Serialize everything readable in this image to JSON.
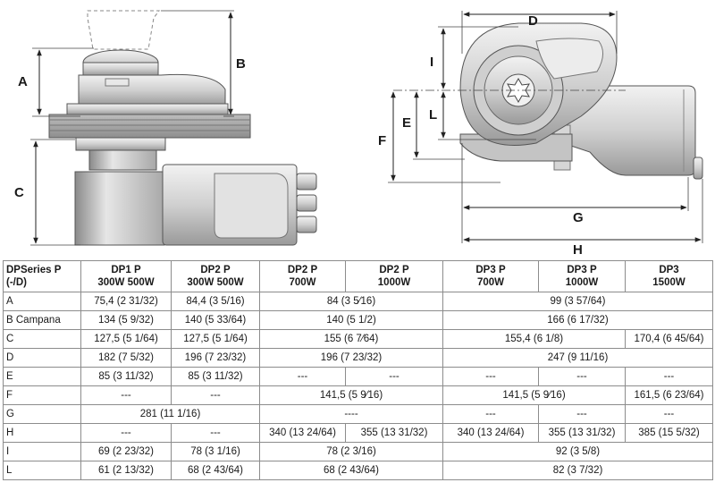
{
  "dimension_letters": {
    "A": "A",
    "B": "B",
    "C": "C",
    "D": "D",
    "E": "E",
    "F": "F",
    "G": "G",
    "H": "H",
    "I": "I",
    "L": "L"
  },
  "table": {
    "header": {
      "series": "DPSeries P\n(-/D)",
      "models": [
        "DP1 P\n300W 500W",
        "DP2 P\n300W 500W",
        "DP2 P\n700W",
        "DP2 P\n1000W",
        "DP3 P\n700W",
        "DP3 P\n1000W",
        "DP3\n1500W"
      ]
    },
    "rows": [
      {
        "label": "A",
        "cells": [
          {
            "text": "75,4 (2 31/32)",
            "span": 1
          },
          {
            "text": "84,4 (3 5/16)",
            "span": 1
          },
          {
            "text": "84 (3 5⁄16)",
            "span": 2
          },
          {
            "text": "99 (3 57/64)",
            "span": 3
          }
        ]
      },
      {
        "label": "B Campana",
        "cells": [
          {
            "text": "134 (5 9/32)",
            "span": 1
          },
          {
            "text": "140 (5 33/64)",
            "span": 1
          },
          {
            "text": "140 (5 1/2)",
            "span": 2
          },
          {
            "text": "166 (6 17/32)",
            "span": 3
          }
        ]
      },
      {
        "label": "C",
        "cells": [
          {
            "text": "127,5 (5 1/64)",
            "span": 1
          },
          {
            "text": "127,5 (5 1/64)",
            "span": 1
          },
          {
            "text": "155 (6 7⁄64)",
            "span": 2
          },
          {
            "text": "155,4 (6 1/8)",
            "span": 2
          },
          {
            "text": "170,4 (6 45/64)",
            "span": 1
          }
        ]
      },
      {
        "label": "D",
        "cells": [
          {
            "text": "182 (7 5/32)",
            "span": 1
          },
          {
            "text": "196 (7 23/32)",
            "span": 1
          },
          {
            "text": "196 (7 23/32)",
            "span": 2
          },
          {
            "text": "247 (9 11/16)",
            "span": 3
          }
        ]
      },
      {
        "label": "E",
        "cells": [
          {
            "text": "85 (3 11/32)",
            "span": 1
          },
          {
            "text": "85 (3 11/32)",
            "span": 1
          },
          {
            "text": "---",
            "span": 1
          },
          {
            "text": "---",
            "span": 1
          },
          {
            "text": "---",
            "span": 1
          },
          {
            "text": "---",
            "span": 1
          },
          {
            "text": "---",
            "span": 1
          }
        ]
      },
      {
        "label": "F",
        "cells": [
          {
            "text": "---",
            "span": 1
          },
          {
            "text": "---",
            "span": 1
          },
          {
            "text": "141,5 (5 9⁄16)",
            "span": 2
          },
          {
            "text": "141,5 (5 9⁄16)",
            "span": 2
          },
          {
            "text": "161,5 (6 23/64)",
            "span": 1
          }
        ]
      },
      {
        "label": "G",
        "cells": [
          {
            "text": "281 (11 1/16)",
            "span": 2
          },
          {
            "text": "----",
            "span": 2
          },
          {
            "text": "---",
            "span": 1
          },
          {
            "text": "---",
            "span": 1
          },
          {
            "text": "---",
            "span": 1
          }
        ]
      },
      {
        "label": "H",
        "cells": [
          {
            "text": "---",
            "span": 1
          },
          {
            "text": "---",
            "span": 1
          },
          {
            "text": "340 (13 24/64)",
            "span": 1
          },
          {
            "text": "355 (13 31/32)",
            "span": 1
          },
          {
            "text": "340 (13 24/64)",
            "span": 1
          },
          {
            "text": "355 (13 31/32)",
            "span": 1
          },
          {
            "text": "385 (15 5/32)",
            "span": 1
          }
        ]
      },
      {
        "label": "I",
        "cells": [
          {
            "text": "69 (2 23/32)",
            "span": 1
          },
          {
            "text": "78 (3 1/16)",
            "span": 1
          },
          {
            "text": "78 (2 3/16)",
            "span": 2
          },
          {
            "text": "92 (3 5/8)",
            "span": 3
          }
        ]
      },
      {
        "label": "L",
        "cells": [
          {
            "text": "61 (2 13/32)",
            "span": 1
          },
          {
            "text": "68 (2 43/64)",
            "span": 1
          },
          {
            "text": "68 (2 43/64)",
            "span": 2
          },
          {
            "text": "82 (3 7/32)",
            "span": 3
          }
        ]
      }
    ]
  }
}
